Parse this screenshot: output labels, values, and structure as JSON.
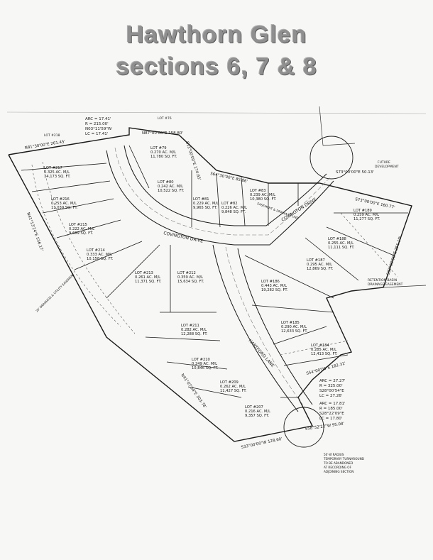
{
  "title": {
    "line1": "Hawthorn Glen",
    "line2": "sections 6, 7 & 8"
  },
  "curve_data_top": {
    "arc": "ARC = 17.41'",
    "r": "R = 215.00'",
    "bearing": "N03°11'59\"W",
    "lc": "LC = 17.41'"
  },
  "curve_data_se1": {
    "arc": "ARC = 27.27'",
    "r": "R = 325.00'",
    "bearing": "S28°00'54\"E",
    "lc": "LC = 27.26'"
  },
  "curve_data_se2": {
    "arc": "ARC = 17.81'",
    "r": "R = 185.00'",
    "bearing": "S28°22'09\"E",
    "lc": "LC = 17.80'"
  },
  "outside_labels": {
    "lot76": "LOT #76",
    "lot218": "LOT #218",
    "future": "FUTURE",
    "development": "DEVELOPMENT",
    "retention1": "RETENTION BASIN",
    "retention2": "DRAINAGE EASEMENT"
  },
  "bearings": {
    "b1": "N87°00'00\"E 158.80'",
    "b2": "N81°30'00\"E 261.45'",
    "b3": "S11°00'00\"E 174.65'",
    "b4": "S64°30'00\"E 85.86'",
    "b5": "S73°00'00\"E 50.13'",
    "b6": "S73°00'00\"E 160.77'",
    "b7": "S32°00'00\"E 251.10'",
    "b8": "S54°00'00\"E 182.31'",
    "b9": "S58°52'22\"W 95.08'",
    "b10": "S33°00'00\"W 128.60'",
    "b11": "N41°07'34\"E 303.78'",
    "b12": "N41°13'24\"E 536.17'"
  },
  "streets": {
    "covington1": "COVINGTON DRIVE",
    "covington2": "COVINGTON DRIVE",
    "hartford": "HARTFORD LANE"
  },
  "lots": [
    {
      "id": "lot217",
      "l1": "LOT #217",
      "l2": "0.325 AC. M/L",
      "l3": "14,173 SQ. FT."
    },
    {
      "id": "lot216",
      "l1": "LOT #216",
      "l2": "0.253 AC. M/L",
      "l3": "11,039 SQ. FT."
    },
    {
      "id": "lot215",
      "l1": "LOT #215",
      "l2": "0.222 AC. M/L",
      "l3": "9,669 SQ. FT."
    },
    {
      "id": "lot214",
      "l1": "LOT #214",
      "l2": "0.333 AC. M/L",
      "l3": "10,158 SQ. FT."
    },
    {
      "id": "lot213a",
      "l1": "LOT #213",
      "l2": "0.261 AC. M/L",
      "l3": "11,371 SQ. FT."
    },
    {
      "id": "lot212",
      "l1": "LOT #212",
      "l2": "0.359 AC. M/L",
      "l3": "15,634 SQ. FT."
    },
    {
      "id": "lot211",
      "l1": "LOT #211",
      "l2": "0.282 AC. M/L",
      "l3": "12,288 SQ. FT."
    },
    {
      "id": "lot210",
      "l1": "LOT #210",
      "l2": "0.249 AC. M/L",
      "l3": "10,846 SQ. FT."
    },
    {
      "id": "lot209",
      "l1": "LOT #209",
      "l2": "0.262 AC. M/L",
      "l3": "11,427 SQ. FT."
    },
    {
      "id": "lot207",
      "l1": "LOT #207",
      "l2": "0.216 AC. M/L",
      "l3": "9,357 SQ. FT."
    },
    {
      "id": "lot79",
      "l1": "LOT #79",
      "l2": "0.270 AC. M/L",
      "l3": "11,780 SQ. FT."
    },
    {
      "id": "lot80",
      "l1": "LOT #80",
      "l2": "0.242 AC. M/L",
      "l3": "10,522 SQ. FT."
    },
    {
      "id": "lot81",
      "l1": "LOT #81",
      "l2": "0.229 AC. M/L",
      "l3": "9,965 SQ. FT."
    },
    {
      "id": "lot82",
      "l1": "LOT #82",
      "l2": "0.226 AC. M/L",
      "l3": "9,848 SQ. FT."
    },
    {
      "id": "lot83",
      "l1": "LOT #83",
      "l2": "0.239 AC. M/L",
      "l3": "10,380 SQ. FT."
    },
    {
      "id": "lot189",
      "l1": "LOT #189",
      "l2": "0.259 AC. M/L",
      "l3": "11,277 SQ. FT."
    },
    {
      "id": "lot188",
      "l1": "LOT #188",
      "l2": "0.255 AC. M/L",
      "l3": "11,111 SQ. FT."
    },
    {
      "id": "lot187",
      "l1": "LOT #187",
      "l2": "0.295 AC. M/L",
      "l3": "12,869 SQ. FT."
    },
    {
      "id": "lot186",
      "l1": "LOT #186",
      "l2": "0.443 AC. M/L",
      "l3": "19,282 SQ. FT."
    },
    {
      "id": "lot185",
      "l1": "LOT #185",
      "l2": "0.290 AC. M/L",
      "l3": "12,633 SQ. FT."
    },
    {
      "id": "lot184",
      "l1": "LOT #184",
      "l2": "0.285 AC. M/L",
      "l3": "12,413 SQ. FT."
    }
  ],
  "notes": {
    "turnaround": [
      "50'-Ø RADIUS",
      "TEMPORARY TURNAROUND",
      "TO BE ABANDONED",
      "AT RECORDING OF",
      "ADJOINING SECTION"
    ],
    "easement_drainage": "EASEMENT & DRAINAGE LINE",
    "utility_easement": "20' DRAINAGE & UTILITY EASEMENT"
  },
  "colors": {
    "ink": "#1a1a1a",
    "paper": "#f7f7f5",
    "title": "#8f8f8f"
  }
}
